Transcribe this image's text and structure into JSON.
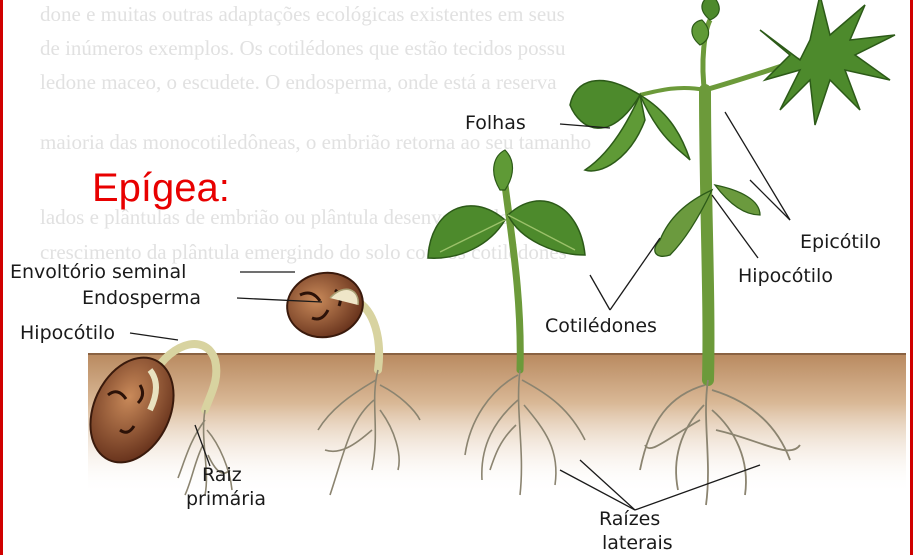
{
  "title": "Epígea:",
  "labels": {
    "folhas": "Folhas",
    "envoltorio": "Envoltório seminal",
    "endosperma": "Endosperma",
    "hipocotilo_left": "Hipocótilo",
    "raiz_l1": "Raiz",
    "raiz_l2": "primária",
    "cotiledones": "Cotilédones",
    "epicotilo": "Epicótilo",
    "hipocotilo_right": "Hipocótilo",
    "raizes_l1": "Raízes",
    "raizes_l2": "laterais"
  },
  "colors": {
    "title": "#e80000",
    "frame": "#d00000",
    "soil": "#c9a27a",
    "stem": "#6c9a3a",
    "leaf": "#4d8a2c",
    "seed": "#7a3c22"
  }
}
